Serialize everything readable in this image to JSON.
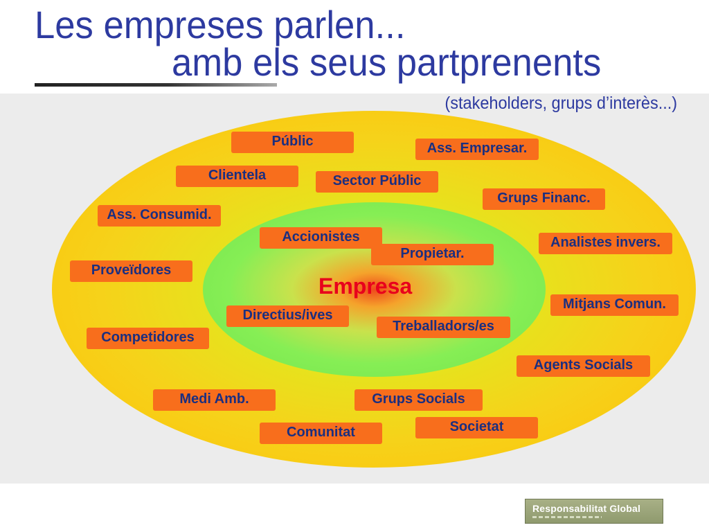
{
  "title": {
    "line1": "Les empreses parlen...",
    "line2": "amb els seus partprenents",
    "subtitle": "(stakeholders, grups d’interès...)"
  },
  "diagram": {
    "center": "Empresa",
    "outer_labels": [
      "Públic",
      "Ass. Empresar.",
      "Clientela",
      "Sector Públic",
      "Grups Financ.",
      "Ass. Consumid.",
      "Analistes invers.",
      "Proveïdores",
      "Mitjans Comun.",
      "Competidores",
      "Agents Socials",
      "Medi Amb.",
      "Grups Socials",
      "Societat",
      "Comunitat"
    ],
    "inner_labels": [
      "Accionistes",
      "Propietar.",
      "Directius/ives",
      "Treballadors/es"
    ],
    "colors": {
      "tag": "#f86e1c",
      "tag_text": "#1b2f80",
      "center_text": "#e8001c",
      "title": "#2d3aa0"
    }
  },
  "footer": {
    "logo_text": "Responsabilitat Global"
  }
}
